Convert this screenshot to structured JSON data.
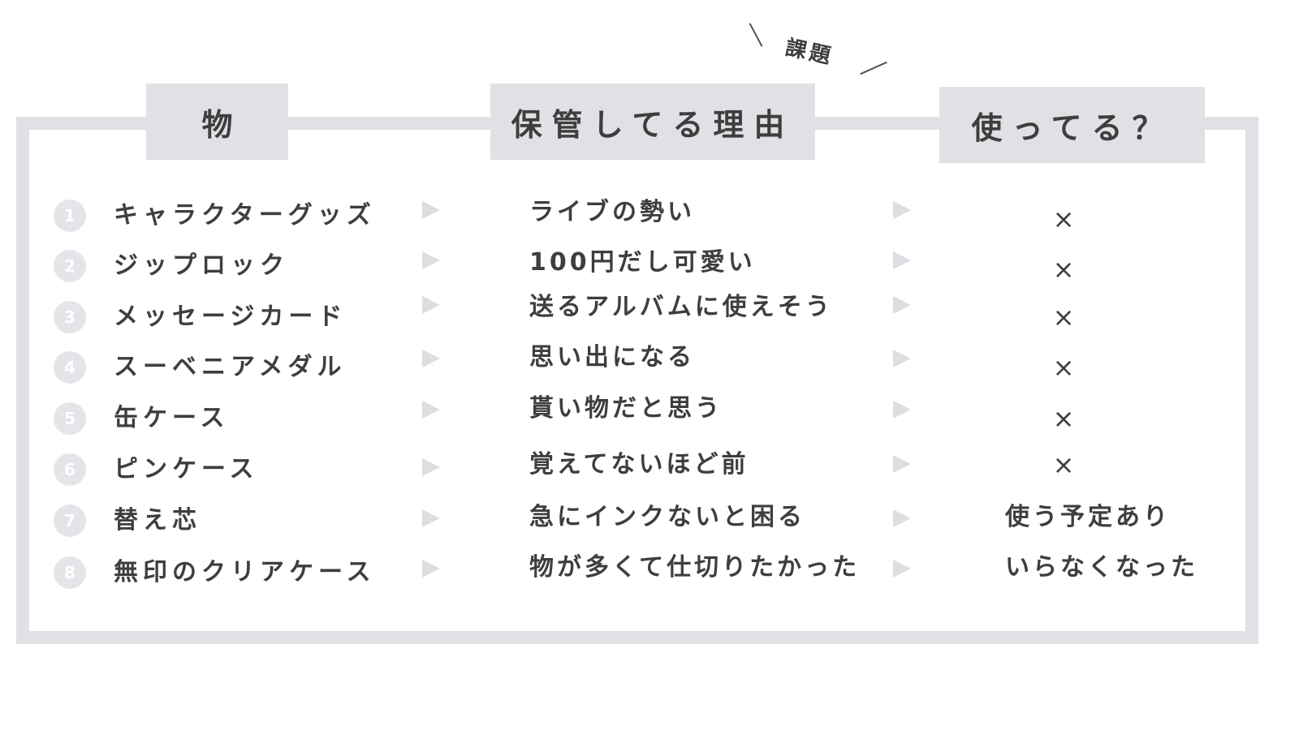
{
  "headers": {
    "item": "物",
    "reason": "保管してる理由",
    "used": "使ってる？"
  },
  "callout": "課題",
  "rows": [
    {
      "num": "1",
      "item": "キャラクターグッズ",
      "reason": "ライブの勢い",
      "used": "×"
    },
    {
      "num": "2",
      "item": "ジップロック",
      "reason": "100円だし可愛い",
      "used": "×"
    },
    {
      "num": "3",
      "item": "メッセージカード",
      "reason": "送るアルバムに使えそう",
      "used": "×"
    },
    {
      "num": "4",
      "item": "スーベニアメダル",
      "reason": "思い出になる",
      "used": "×"
    },
    {
      "num": "5",
      "item": "缶ケース",
      "reason": "貰い物だと思う",
      "used": "×"
    },
    {
      "num": "6",
      "item": "ピンケース",
      "reason": "覚えてないほど前",
      "used": "×"
    },
    {
      "num": "7",
      "item": "替え芯",
      "reason": "急にインクないと困る",
      "used": "使う予定あり"
    },
    {
      "num": "8",
      "item": "無印のクリアケース",
      "reason": "物が多くて仕切りたかった",
      "used": "いらなくなった"
    }
  ],
  "colors": {
    "frame": "#dfe1e5",
    "text": "#3e3e3e",
    "badge": "#e3e5e9",
    "arrow": "#dcdee2"
  }
}
